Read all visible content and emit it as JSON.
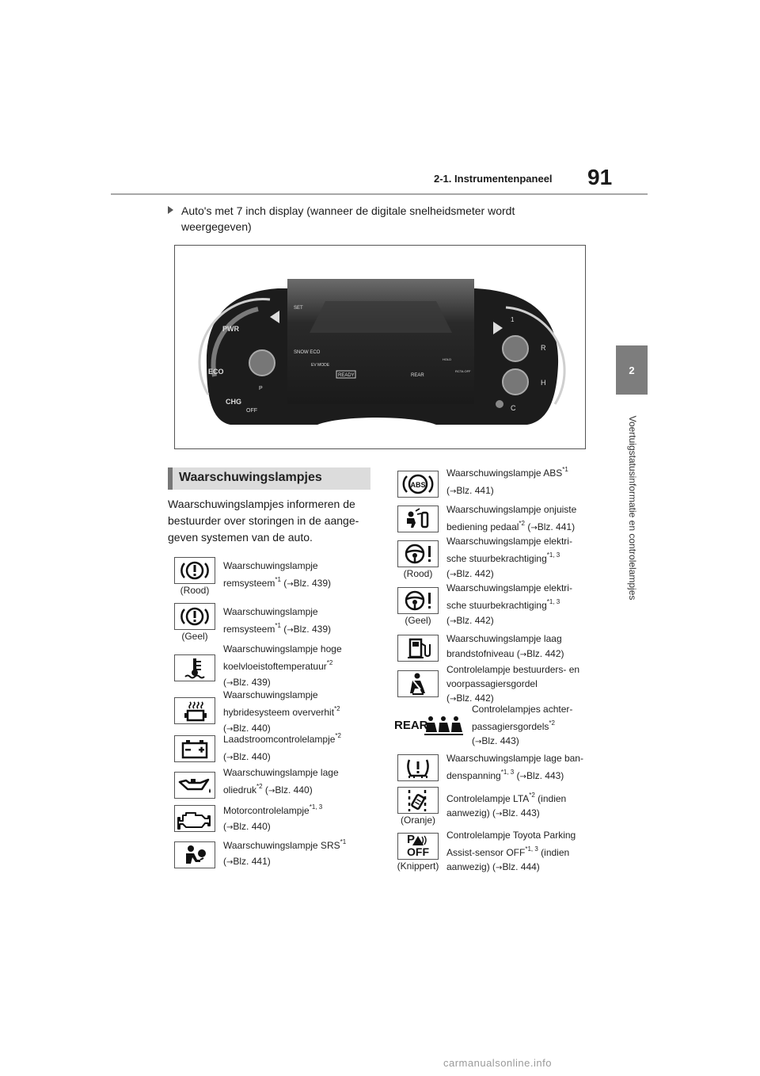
{
  "header": {
    "section": "2-1. Instrumentenpaneel",
    "page": "91"
  },
  "side_tab": {
    "number": "2",
    "label": "Voertuigstatusinformatie en controlelampjes"
  },
  "intro": "Auto's met 7 inch display (wanneer de digitale snelheidsmeter wordt weergegeven)",
  "cluster": {
    "labels": {
      "pwr": "PWR",
      "eco": "ECO",
      "chg": "CHG",
      "off": "OFF",
      "ready": "READY",
      "snow": "SNOW ECO",
      "ev": "EV MODE",
      "set": "SET",
      "rear": "REAR",
      "hold": "HOLD",
      "rcta": "RCTA OFF",
      "p": "P",
      "r": "R",
      "h": "H",
      "c": "C",
      "one": "1"
    }
  },
  "section": {
    "title": "Waarschuwingslampjes",
    "description": "Waarschuwingslampjes informeren de bestuurder over storingen in de aange- geven systemen van de auto."
  },
  "left_items": [
    {
      "icon": "brake-warning-icon",
      "caption": "(Rood)",
      "lines": [
        "Waarschuwingslampje",
        "remsysteem"
      ],
      "sup": "*1",
      "ref": "Blz. 439)"
    },
    {
      "icon": "brake-warning-icon",
      "caption": "(Geel)",
      "lines": [
        "Waarschuwingslampje",
        "remsysteem"
      ],
      "sup": "*1",
      "ref": "Blz. 439)"
    },
    {
      "icon": "coolant-temperature-icon",
      "caption": "",
      "lines": [
        "Waarschuwingslampje hoge",
        "koelvloeistoftemperatuur"
      ],
      "sup": "*2",
      "ref": "Blz. 439)"
    },
    {
      "icon": "hybrid-overheat-icon",
      "caption": "",
      "lines": [
        "Waarschuwingslampje",
        "hybridesysteem oververhit"
      ],
      "sup": "*2",
      "ref": "Blz. 440)"
    },
    {
      "icon": "battery-charge-icon",
      "caption": "",
      "lines": [
        "Laadstroomcontrolelampje"
      ],
      "sup": "*2",
      "ref": "Blz. 440)"
    },
    {
      "icon": "oil-pressure-icon",
      "caption": "",
      "lines": [
        "Waarschuwingslampje lage",
        "oliedruk"
      ],
      "sup": "*2",
      "ref": "Blz. 440)"
    },
    {
      "icon": "check-engine-icon",
      "caption": "",
      "lines": [
        "Motorcontrolelampje"
      ],
      "sup": "*1, 3",
      "ref": "Blz. 440)"
    },
    {
      "icon": "srs-airbag-icon",
      "caption": "",
      "lines": [
        "Waarschuwingslampje SRS"
      ],
      "sup": "*1",
      "ref": "Blz. 441)"
    }
  ],
  "right_items": [
    {
      "icon": "abs-icon",
      "caption": "",
      "lines": [
        "Waarschuwingslampje ABS"
      ],
      "sup": "*1",
      "ref": "Blz. 441)"
    },
    {
      "icon": "pedal-misoperation-icon",
      "caption": "",
      "lines": [
        "Waarschuwingslampje onjuiste",
        "bediening pedaal"
      ],
      "sup": "*2",
      "ref": "Blz. 441)"
    },
    {
      "icon": "steering-warning-icon",
      "caption": "(Rood)",
      "lines": [
        "Waarschuwingslampje elektri-",
        "sche stuurbekrachtiging"
      ],
      "sup": "*1, 3",
      "ref": "Blz. 442)"
    },
    {
      "icon": "steering-warning-icon",
      "caption": "(Geel)",
      "lines": [
        "Waarschuwingslampje elektri-",
        "sche stuurbekrachtiging"
      ],
      "sup": "*1, 3",
      "ref": "Blz. 442)"
    },
    {
      "icon": "low-fuel-icon",
      "caption": "",
      "lines": [
        "Waarschuwingslampje laag",
        "brandstofniveau"
      ],
      "sup": "",
      "ref": "Blz. 442)"
    },
    {
      "icon": "seatbelt-icon",
      "caption": "",
      "lines": [
        "Controlelampje bestuurders- en",
        "voorpassagiersgordel"
      ],
      "sup": "",
      "ref": "Blz. 442)"
    },
    {
      "icon": "rear-seatbelt-icon",
      "caption": "",
      "lines": [
        "Controlelampjes achter-",
        "passagiersgordels"
      ],
      "sup": "*2",
      "ref": "Blz. 443)",
      "rear_text": "REAR"
    },
    {
      "icon": "tire-pressure-icon",
      "caption": "",
      "lines": [
        "Waarschuwingslampje lage ban-",
        "denspanning"
      ],
      "sup": "*1, 3",
      "ref": "Blz. 443)"
    },
    {
      "icon": "lta-icon",
      "caption": "(Oranje)",
      "lines": [
        "Controlelampje LTA",
        "aanwezig)"
      ],
      "sup": "*2",
      "ref": "Blz. 443)",
      "after_sup": " (indien"
    },
    {
      "icon": "parking-assist-off-icon",
      "caption": "(Knippert)",
      "lines": [
        "Controlelampje Toyota Parking",
        "Assist-sensor OFF",
        "aanwezig)"
      ],
      "sup": "*1, 3",
      "ref": "Blz. 444)",
      "after_sup": " (indien",
      "icon_text": [
        "P",
        "OFF"
      ]
    }
  ],
  "watermark": "carmanualsonline.info"
}
